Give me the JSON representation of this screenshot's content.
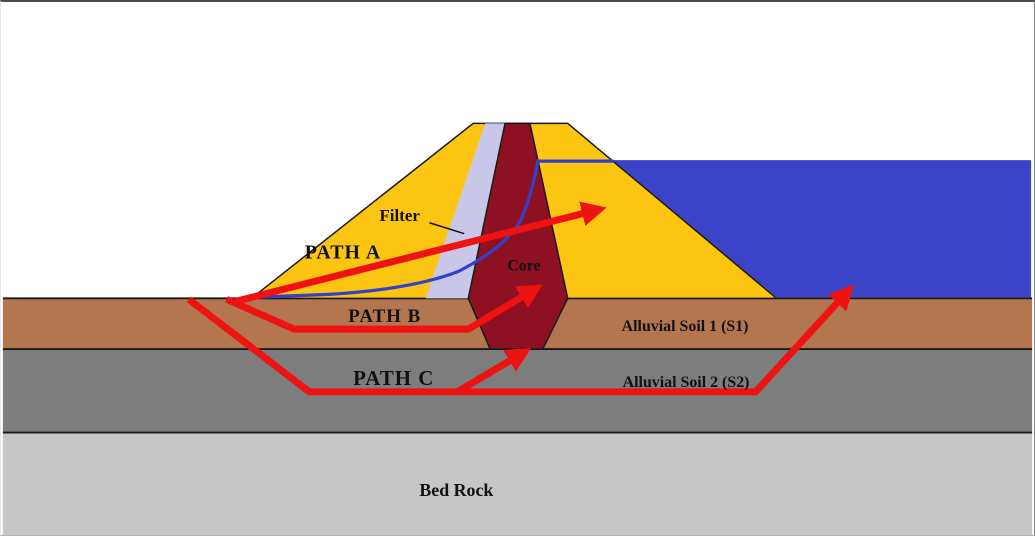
{
  "diagram": {
    "labels": {
      "filter": "Filter",
      "path_a": "PATH A",
      "path_b": "PATH B",
      "path_c": "PATH C",
      "core": "Core",
      "soil1": "Alluvial Soil 1 (S1)",
      "soil2": "Alluvial Soil 2 (S2)",
      "bedrock": "Bed Rock"
    },
    "colors": {
      "sky": "#ffffff",
      "shell": "#fcc511",
      "filter": "#c9c7e8",
      "core": "#8d1023",
      "water": "#3b44c8",
      "phreatic_line": "#3240cc",
      "soil1": "#b3764f",
      "soil2": "#7d7d7d",
      "bedrock": "#c6c6c6",
      "path_arrow": "#ee1212",
      "path_a_text": "#e11212",
      "path_b_text": "#4040dd"
    }
  }
}
